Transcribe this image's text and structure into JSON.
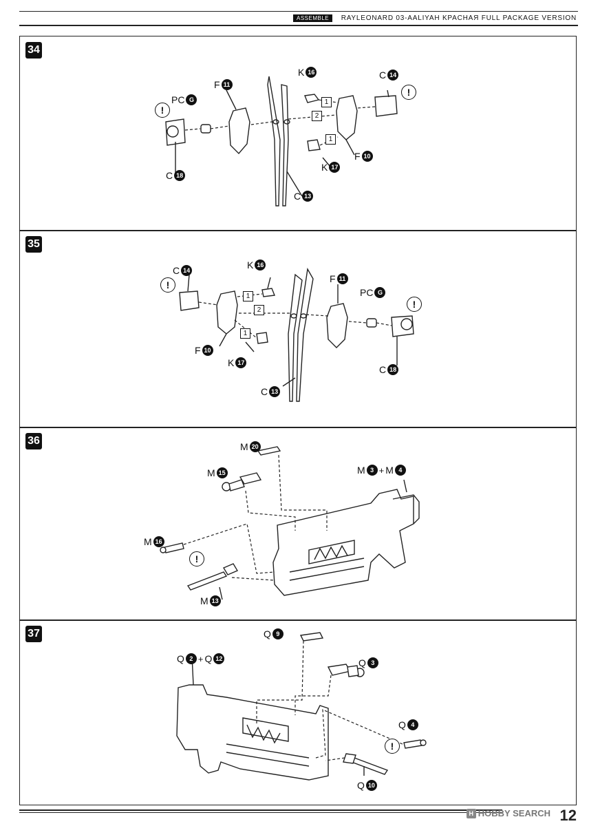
{
  "header": {
    "tag": "ASSEMBLE",
    "title": "RAYLEONARD 03-AALIYAH KPACHAЯ FULL PACKAGE VERSION"
  },
  "steps": [
    {
      "number": "34",
      "labels": [
        {
          "letter": "PC",
          "num": "G"
        },
        {
          "letter": "F",
          "num": "11"
        },
        {
          "letter": "K",
          "num": "16"
        },
        {
          "letter": "C",
          "num": "14"
        },
        {
          "letter": "C",
          "num": "18"
        },
        {
          "letter": "K",
          "num": "17"
        },
        {
          "letter": "F",
          "num": "10"
        },
        {
          "letter": "C",
          "num": "13"
        }
      ],
      "order_marks": [
        "1",
        "2",
        "1"
      ],
      "warnings": [
        "!",
        "!"
      ]
    },
    {
      "number": "35",
      "labels": [
        {
          "letter": "C",
          "num": "14"
        },
        {
          "letter": "K",
          "num": "16"
        },
        {
          "letter": "F",
          "num": "11"
        },
        {
          "letter": "PC",
          "num": "G"
        },
        {
          "letter": "F",
          "num": "10"
        },
        {
          "letter": "K",
          "num": "17"
        },
        {
          "letter": "C",
          "num": "13"
        },
        {
          "letter": "C",
          "num": "18"
        }
      ],
      "order_marks": [
        "1",
        "2",
        "1"
      ],
      "warnings": [
        "!",
        "!"
      ]
    },
    {
      "number": "36",
      "labels": [
        {
          "letter": "M",
          "num": "20"
        },
        {
          "letter": "M",
          "num": "15"
        },
        {
          "letter": "M",
          "num": "16"
        },
        {
          "letter": "M",
          "num": "13"
        }
      ],
      "combo": {
        "a_letter": "M",
        "a_num": "3",
        "plus": "+",
        "b_letter": "M",
        "b_num": "4"
      },
      "warnings": [
        "!"
      ]
    },
    {
      "number": "37",
      "labels": [
        {
          "letter": "Q",
          "num": "9"
        },
        {
          "letter": "Q",
          "num": "3"
        },
        {
          "letter": "Q",
          "num": "4"
        },
        {
          "letter": "Q",
          "num": "10"
        }
      ],
      "combo": {
        "a_letter": "Q",
        "a_num": "2",
        "plus": "+",
        "b_letter": "Q",
        "b_num": "12"
      },
      "warnings": [
        "!"
      ]
    }
  ],
  "footer": {
    "watermark_icon": "H",
    "watermark": "HOBBY SEARCH",
    "page_number": "12"
  }
}
